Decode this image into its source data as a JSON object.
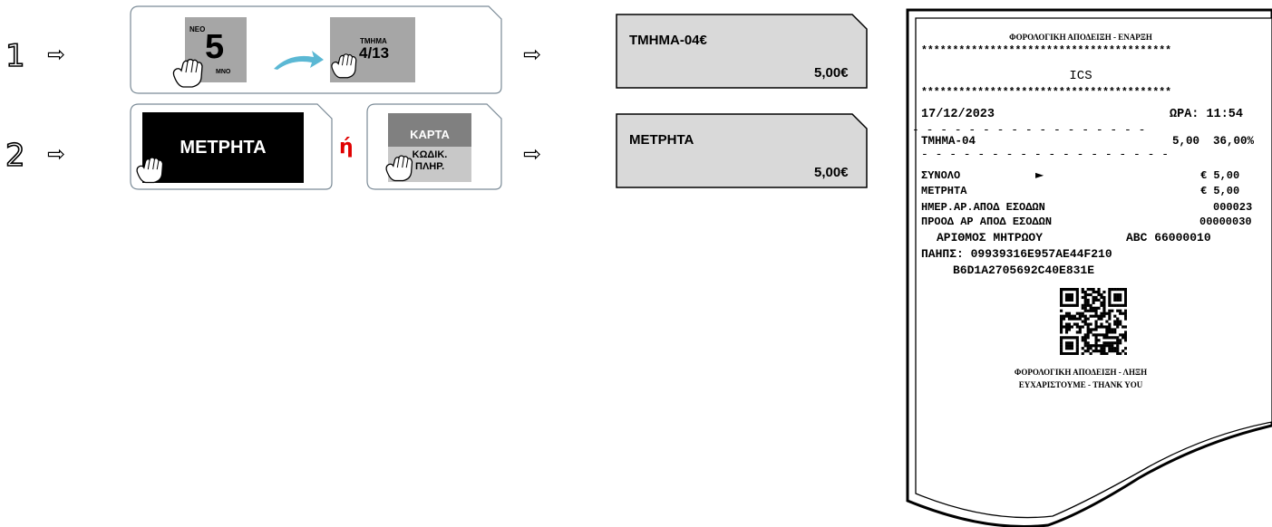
{
  "steps": [
    {
      "number": "1",
      "arrow": "⇨"
    },
    {
      "number": "2",
      "arrow": "⇨"
    }
  ],
  "step1": {
    "key_new": {
      "top": "ΝΕΟ",
      "digit": "5",
      "bottom": "ΜΝΟ"
    },
    "key_dept": {
      "top": "ΤΜΗΜΑ",
      "main": "4/13"
    },
    "result_arrow": "⇨"
  },
  "step2": {
    "key_cash": "ΜΕΤΡΗΤΑ",
    "or_label": "ή",
    "key_card": {
      "top": "ΚΑΡΤΑ",
      "line1": "ΚΩΔΙΚ.",
      "line2": "ΠΛΗΡ."
    },
    "result_arrow": "⇨"
  },
  "display1": {
    "line1": "ΤΜΗΜΑ-04€",
    "line2": "5,00€"
  },
  "display2": {
    "line1": "ΜΕΤΡΗΤΑ",
    "line2": "5,00€"
  },
  "receipt": {
    "header": "ΦΟΡΟΛΟΓΙΚΗ ΑΠΟΔΕΙΞΗ - ΕΝΑΡΞΗ",
    "stars": "****************************************",
    "shop": "ICS",
    "date": "17/12/2023",
    "time": "ΩΡΑ: 11:54",
    "dashes": "- - - - - - - - - - - - - - - - -",
    "dashes2": "- - - - - - - - - - - - - - - - - -",
    "item_name": "ΤΜΗΜΑ-04",
    "item_value": "5,00",
    "item_vat": "36,00%",
    "total_label": "ΣΥΝΟΛΟ",
    "total_mark": "►",
    "total_value": "€ 5,00",
    "cash_label": "ΜΕΤΡΗΤΑ",
    "cash_value": "€ 5,00",
    "daily_label": "ΗΜΕΡ.ΑΡ.ΑΠΟΔ ΕΣΟΔΩΝ",
    "daily_value": "000023",
    "cum_label": "ΠΡΟΟΔ ΑΡ ΑΠΟΔ ΕΣΟΔΩΝ",
    "cum_value": "00000030",
    "reg_label": "ΑΡΙΘΜΟΣ ΜΗΤΡΩΟΥ",
    "reg_value": "ABC 66000010",
    "sig_line1": "ΠΑΗΠΣ: 09939316E957AE44F210",
    "sig_line2": "B6D1A2705692C40E831E",
    "footer1": "ΦΟΡΟΛΟΓΙΚΗ ΑΠΟΔΕΙΞΗ - ΛΗΞΗ",
    "footer2": "ΕΥΧΑΡΙΣΤΟΥΜΕ - THANK YOU"
  },
  "colors": {
    "key_grey": "#a6a6a6",
    "key_dark": "#808080",
    "display_bg": "#d9d9d9",
    "or_red": "#e00000",
    "swoosh": "#5bb8d4"
  },
  "icons": [
    "hand-press-icon",
    "curved-arrow-icon",
    "right-arrow-icon",
    "qr-code-icon"
  ]
}
